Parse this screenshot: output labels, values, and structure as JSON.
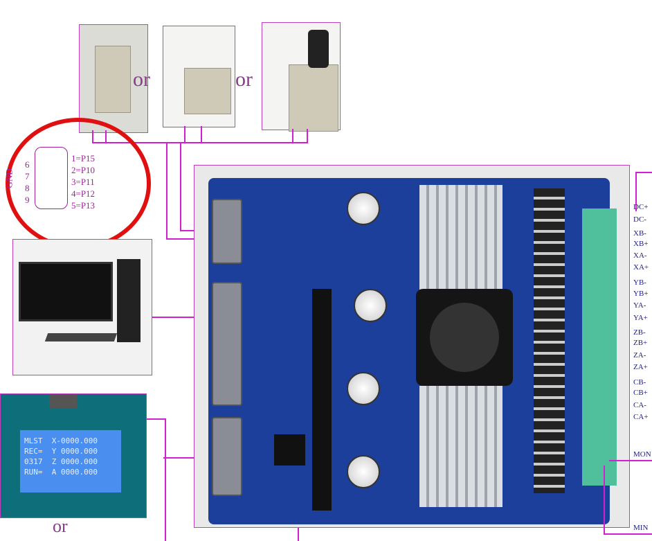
{
  "switch_separators": [
    "or",
    "or"
  ],
  "lcd_separator": "or",
  "db9_connector": {
    "gnd_label": "GND",
    "left_pins": [
      "6",
      "7",
      "8",
      "9"
    ],
    "right_pins": [
      "1=P15",
      "2=P10",
      "3=P11",
      "4=P12",
      "5=P13"
    ]
  },
  "lcd": {
    "lines": [
      "MLST  X-0000.000",
      "REC=  Y 0000.000",
      "0317  Z 0000.000",
      "RUN=  A 0000.000"
    ]
  },
  "terminals": [
    "DC+",
    "DC-",
    "XB-",
    "XB+",
    "XA-",
    "XA+",
    "YB-",
    "YB+",
    "YA-",
    "YA+",
    "ZB-",
    "ZB+",
    "ZA-",
    "ZA+",
    "CB-",
    "CB+",
    "CA-",
    "CA+"
  ],
  "side_labels": {
    "mon": "MON",
    "min": "MIN"
  },
  "colors": {
    "wire": "#d020d0",
    "highlight_circle": "#e01010",
    "pcb": "#1d3f9c"
  }
}
